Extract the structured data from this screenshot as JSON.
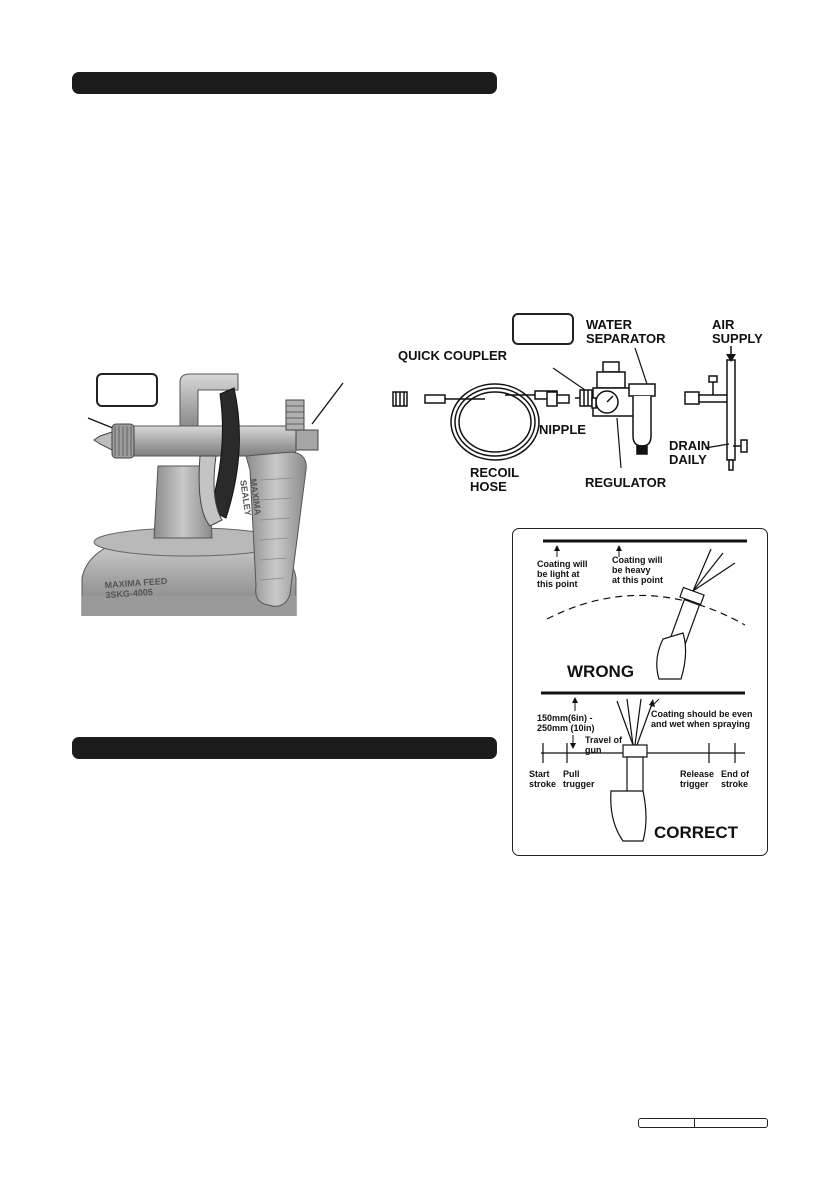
{
  "diagram": {
    "labels": {
      "quick_coupler": "QUICK COUPLER",
      "water_separator_1": "WATER",
      "water_separator_2": "SEPARATOR",
      "air_supply_1": "AIR",
      "air_supply_2": "SUPPLY",
      "nipple": "NIPPLE",
      "drain_1": "DRAIN",
      "drain_2": "DAILY",
      "recoil_1": "RECOIL",
      "recoil_2": "HOSE",
      "regulator": "REGULATOR"
    }
  },
  "gun": {
    "cup_text_1": "MAXIMA FEED",
    "cup_text_2": "3SKG-4005",
    "handle_text_1": "MAXIMA",
    "handle_text_2": "SEALEY"
  },
  "technique": {
    "wrong": {
      "light_1": "Coating will",
      "light_2": "be light at",
      "light_3": "this point",
      "heavy_1": "Coating will",
      "heavy_2": "be heavy",
      "heavy_3": "at this point",
      "title": "WRONG"
    },
    "correct": {
      "distance_1": "150mm(6in) -",
      "distance_2": "250mm (10in)",
      "even_1": "Coating should be even",
      "even_2": "and wet when spraying",
      "travel_1": "Travel of",
      "travel_2": "gun",
      "start_1": "Start",
      "start_2": "stroke",
      "pull_1": "Pull",
      "pull_2": "trugger",
      "release_1": "Release",
      "release_2": "trigger",
      "end_1": "End of",
      "end_2": "stroke",
      "title": "CORRECT"
    }
  }
}
